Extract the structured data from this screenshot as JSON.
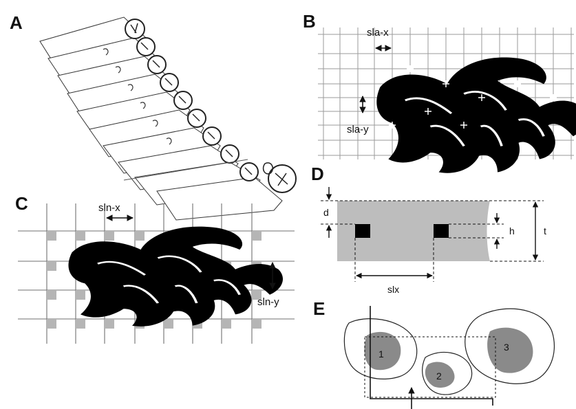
{
  "panels": {
    "a": {
      "letter": "A"
    },
    "b": {
      "letter": "B",
      "label_x": "sla-x",
      "label_y": "sla-y"
    },
    "c": {
      "letter": "C",
      "label_x": "sln-x",
      "label_y": "sln-y"
    },
    "d": {
      "letter": "D",
      "label_d": "d",
      "label_h": "h",
      "label_t": "t",
      "label_slx": "slx"
    },
    "e": {
      "letter": "E",
      "region_1": "1",
      "region_2": "2",
      "region_3": "3"
    }
  },
  "colors": {
    "tissue": "#000000",
    "slab_fill": "#bdbdbd",
    "probe_fill": "#8a8a8a",
    "grid_marker": "#b5b5b5"
  }
}
